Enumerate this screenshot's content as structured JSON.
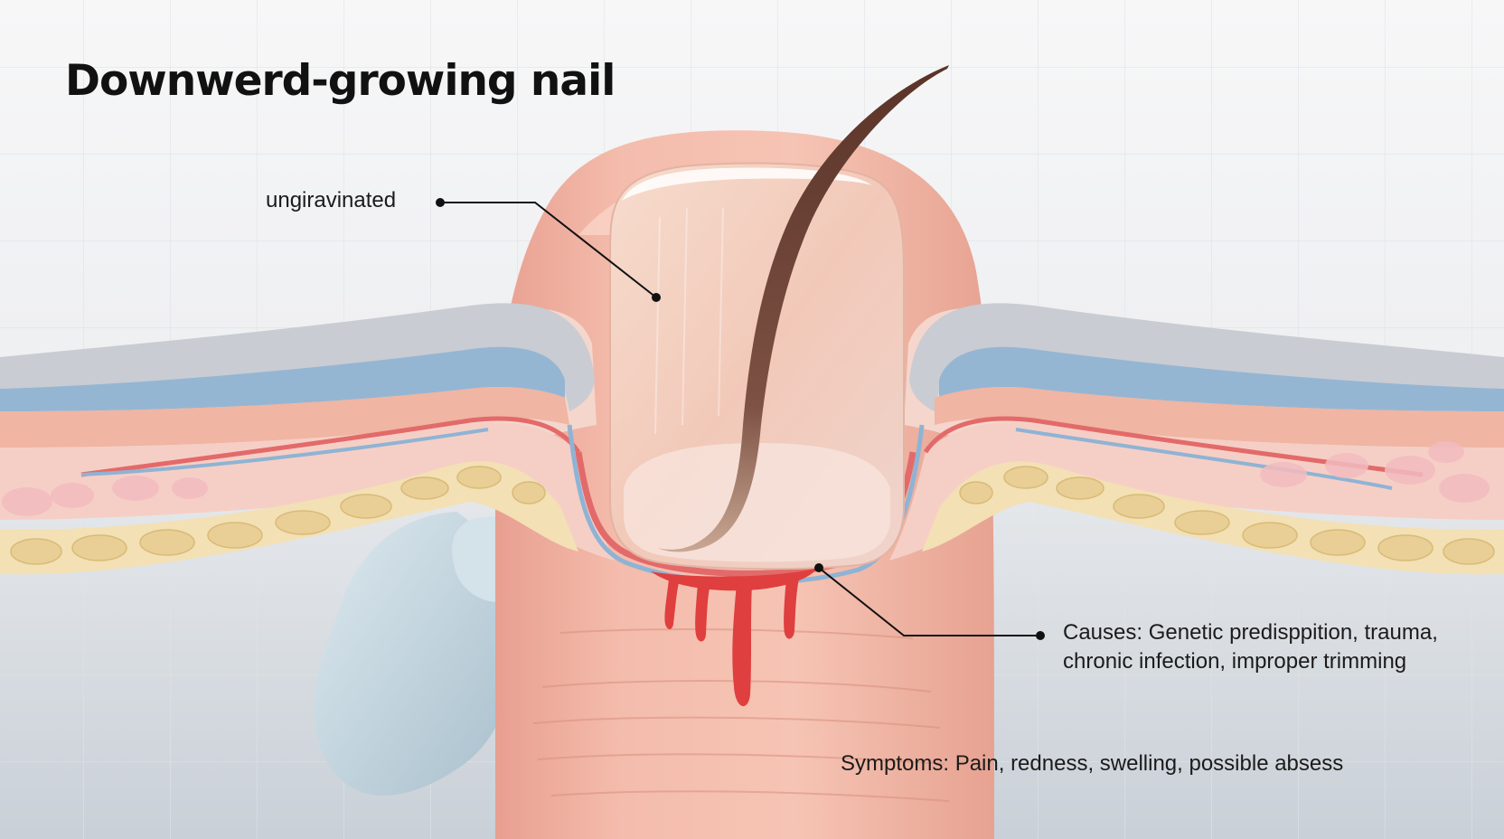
{
  "title": "Downwerd-growing nail",
  "labels": {
    "nail_plate": "ungiravinated",
    "causes": "Causes: Genetic predisppition, trauma, chronic infection, improper trimming",
    "symptoms": "Symptoms: Pain, redness, swelling, possible absess"
  },
  "colors": {
    "background": "#eef0f3",
    "skin": "#f0b5a5",
    "nail": "#f3d2c6",
    "ingrown_nail": "#6e4538",
    "blood": "#df3f3f",
    "vein": "#8fb3d4",
    "fat": "#f3e0b4",
    "bone": "#c7d8e2"
  }
}
